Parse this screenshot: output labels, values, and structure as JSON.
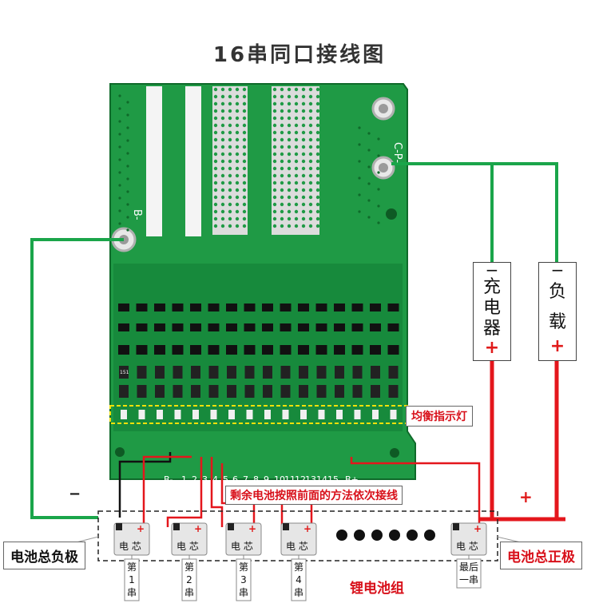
{
  "title": "16串同口接线图",
  "board": {
    "bminus_mark": "B-",
    "cp_mark": "C-P-",
    "pins": [
      "B-",
      "1",
      "2",
      "3",
      "4",
      "5",
      "6",
      "7",
      "8",
      "9",
      "10",
      "11",
      "12",
      "13",
      "14",
      "15",
      "B+"
    ],
    "chip_label": "151"
  },
  "labels": {
    "balance_light": "均衡指示灯",
    "remaining": "剩余电池按照前面的方法依次接线",
    "charger": [
      "−",
      "充",
      "电",
      "器",
      "+"
    ],
    "load": [
      "−",
      "负",
      "载",
      "+"
    ],
    "total_negative": "电池总负极",
    "total_positive": "电池总正极",
    "pack": "锂电池组",
    "minus_sign": "−",
    "plus_sign": "+"
  },
  "cells": [
    {
      "name": "电 芯",
      "serial": [
        "第",
        "1",
        "串"
      ]
    },
    {
      "name": "电 芯",
      "serial": [
        "第",
        "2",
        "串"
      ]
    },
    {
      "name": "电 芯",
      "serial": [
        "第",
        "3",
        "串"
      ]
    },
    {
      "name": "电 芯",
      "serial": [
        "第",
        "4",
        "串"
      ]
    },
    {
      "name": "电 芯",
      "serial": [
        "最后",
        "一串"
      ]
    }
  ],
  "colors": {
    "board": "#1f9a45",
    "board_dark": "#157a34",
    "wire_green": "#1aa54a",
    "wire_red": "#e4161c",
    "wire_black": "#111111",
    "label_red": "#d8101a"
  }
}
